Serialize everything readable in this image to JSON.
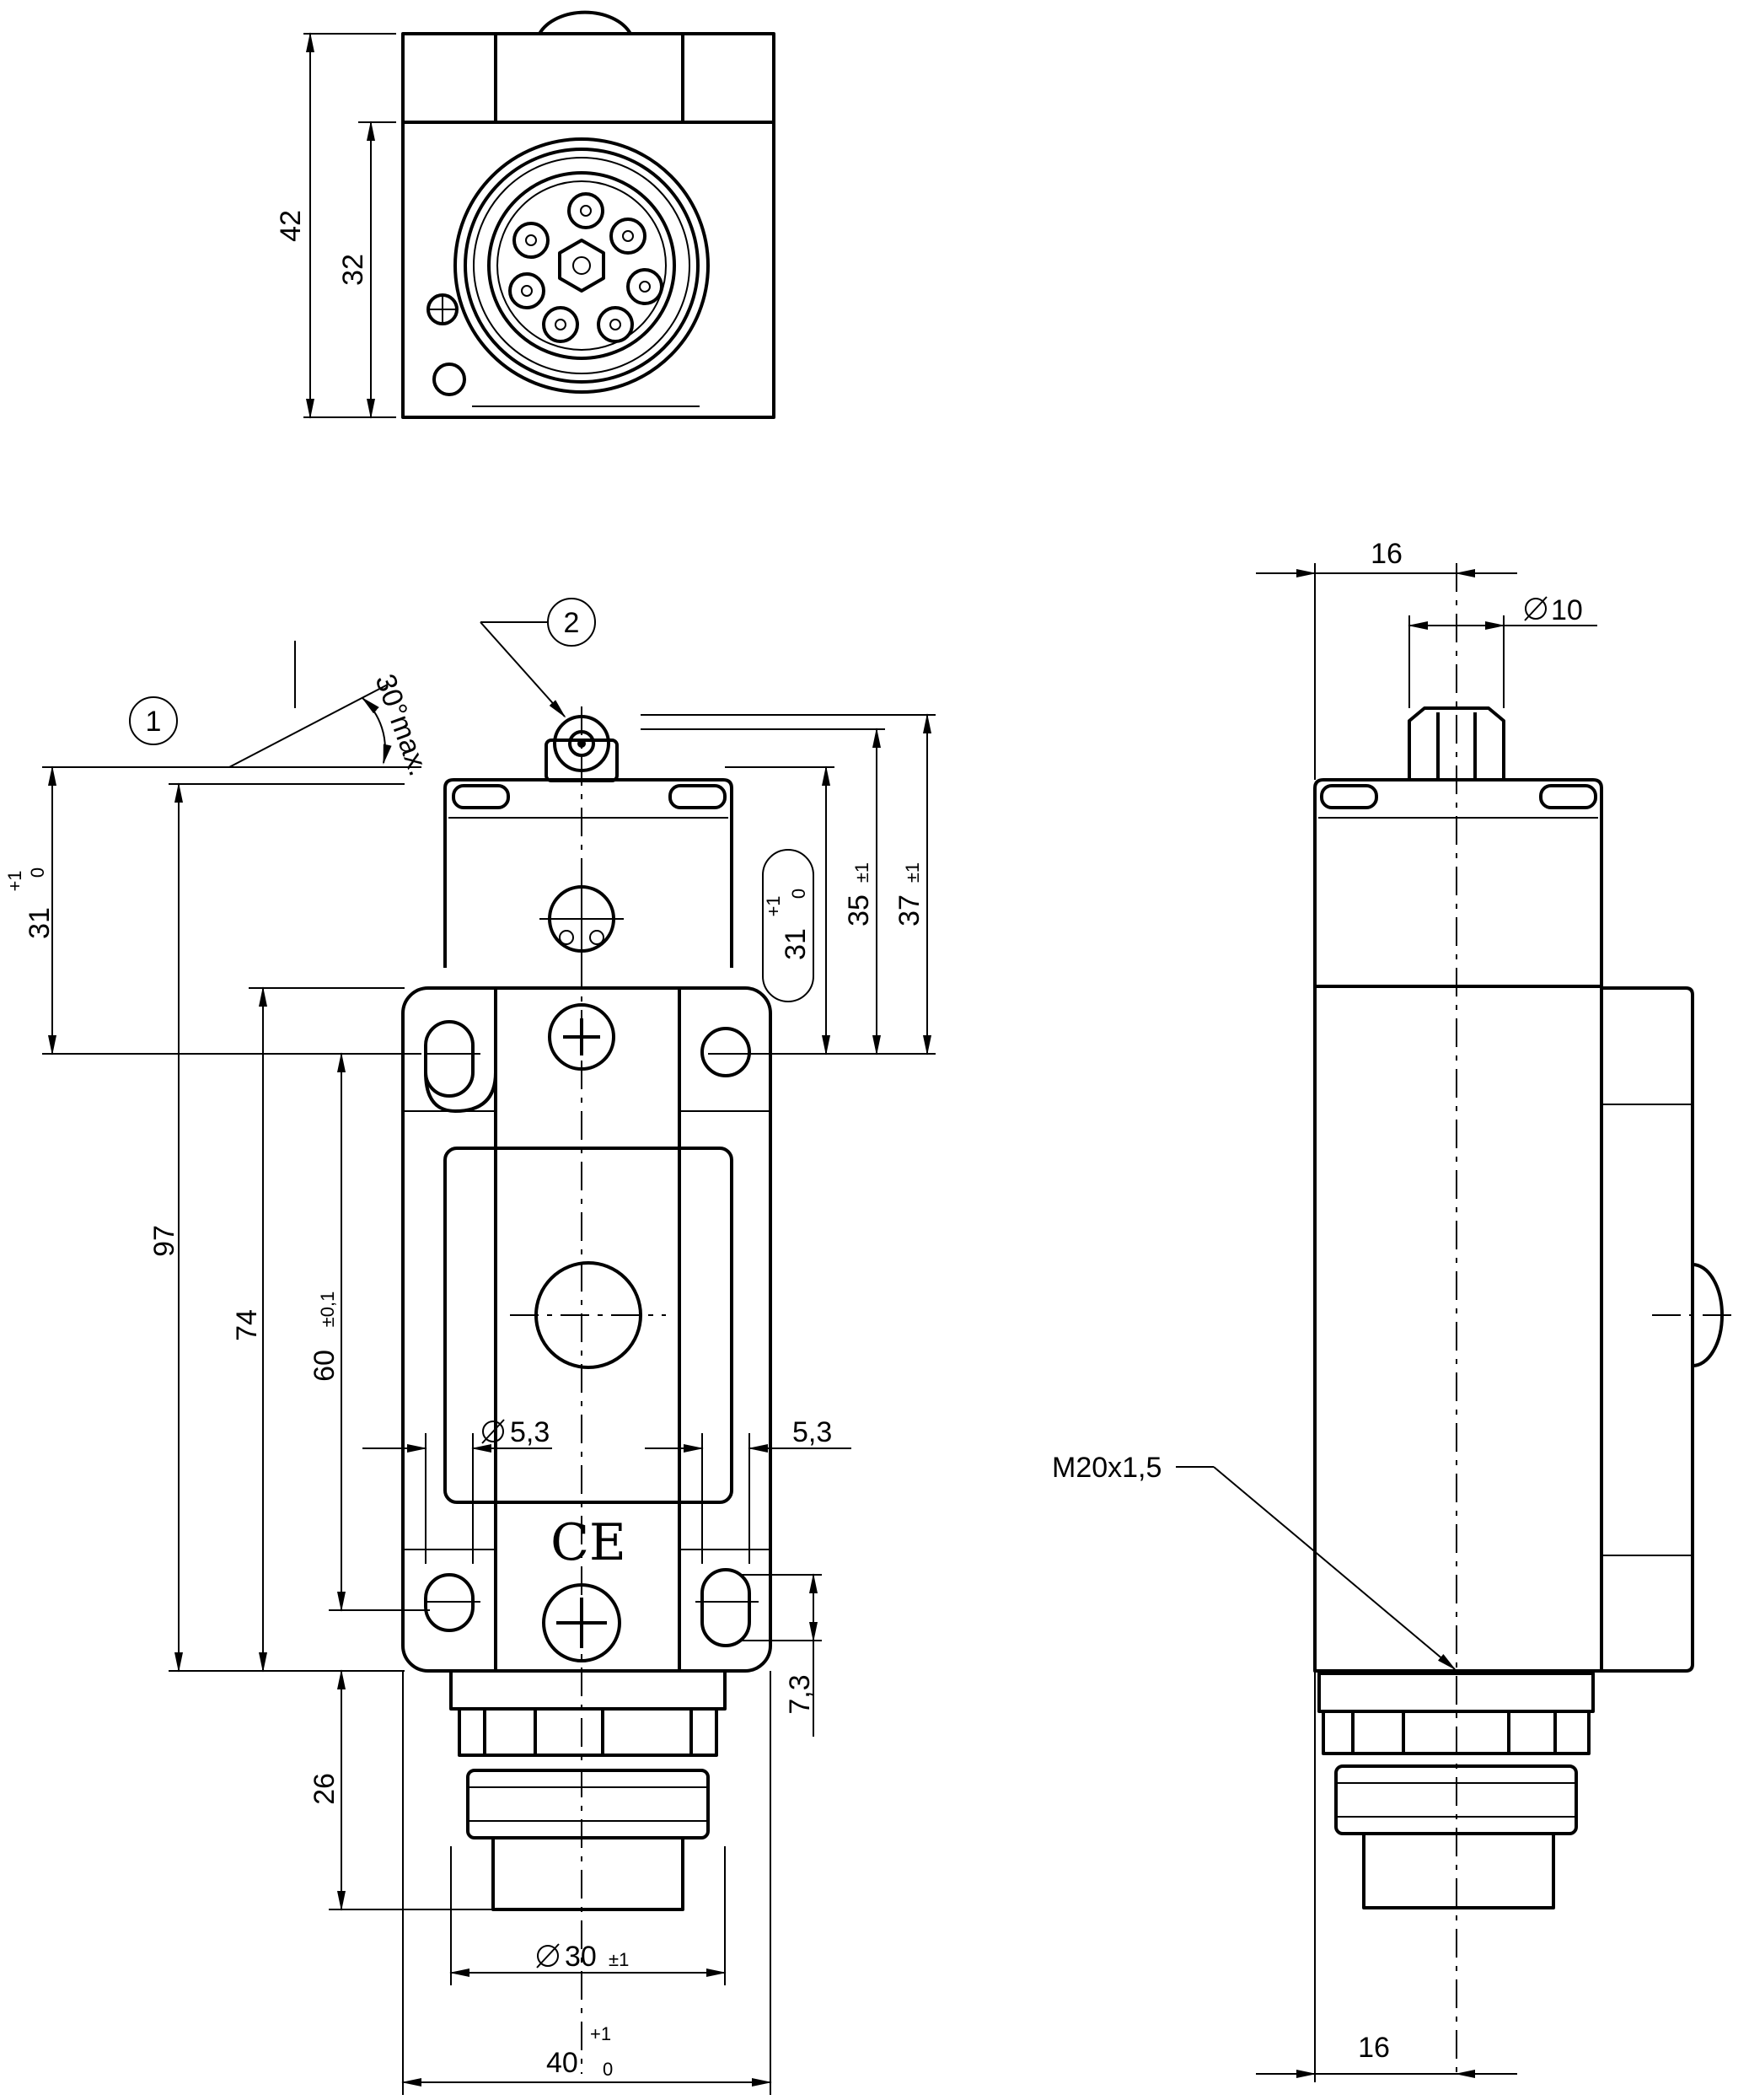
{
  "views": {
    "top": {
      "dims": {
        "height_42": "42",
        "height_32": "32"
      }
    },
    "front": {
      "callouts": {
        "one": "1",
        "two": "2"
      },
      "angle": "30°max.",
      "dims": {
        "d31_main": "31",
        "d31_tol_upper": "+1",
        "d31_tol_lower": "0",
        "d97": "97",
        "d74": "74",
        "d60": "60",
        "d60_tol": "±0,1",
        "d26": "26",
        "hole_dia": "5,3",
        "hole_width": "5,3",
        "d7_3": "7,3",
        "d35": "35",
        "d35_tol": "±1",
        "d37": "37",
        "d37_tol": "±1",
        "boxed31_main": "31",
        "boxed31_upper": "+1",
        "boxed31_lower": "0",
        "dia30": "30",
        "dia30_tol": "±1",
        "width40": "40",
        "width40_upper": "+1",
        "width40_lower": "0",
        "ce_mark": "CE"
      }
    },
    "side": {
      "dims": {
        "top16": "16",
        "dia10": "10",
        "bottom16": "16",
        "thread": "M20x1,5"
      }
    }
  },
  "symbols": {
    "diameter": "Ø",
    "ce": "ce-mark-icon"
  }
}
